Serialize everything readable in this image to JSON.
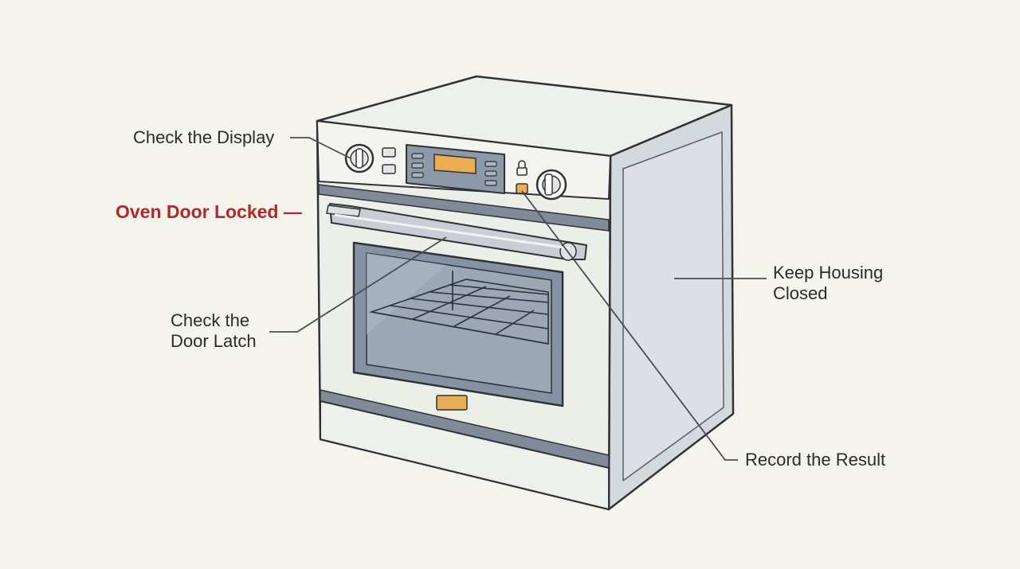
{
  "callouts": {
    "check_display": "Check the Display",
    "door_locked": "Oven Door Locked —",
    "door_latch": "Check the\nDoor Latch",
    "keep_housing": "Keep Housing\nClosed",
    "record_result": "Record the Result"
  },
  "icons": {
    "lock": "padlock-icon"
  },
  "colors": {
    "background": "#f4f3ec",
    "outline": "#2f3236",
    "oven_body": "#eceee8",
    "side_panel": "#d4d9de",
    "glass": "#8592a3",
    "display_panel": "#8c99a8",
    "display_readout": "#e9ae54",
    "alert_text": "#b3262b",
    "label_text": "#2b2b2b",
    "leader_line": "#4a4d52"
  }
}
